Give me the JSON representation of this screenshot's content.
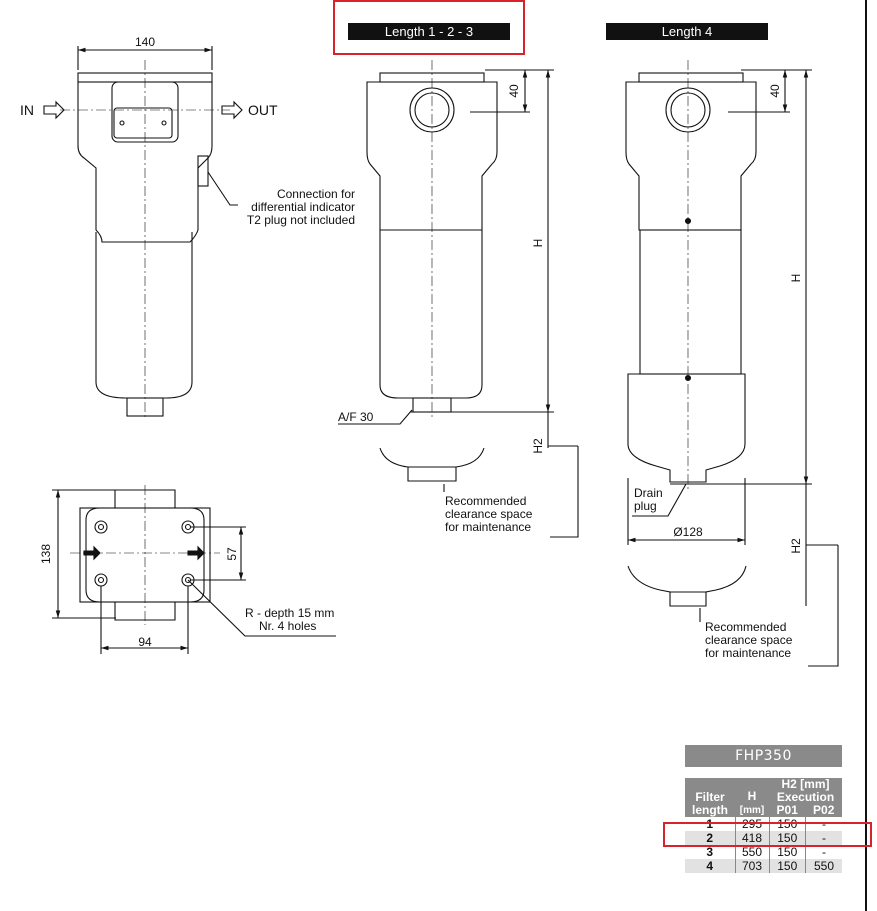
{
  "headers": {
    "left": "Length 1 - 2 - 3",
    "right": "Length 4"
  },
  "labels": {
    "in": "IN",
    "out": "OUT",
    "width_140": "140",
    "connection_line1": "Connection for",
    "connection_line2": "differential indicator",
    "connection_line3": "T2 plug not included",
    "dim_138": "138",
    "dim_57": "57",
    "dim_94": "94",
    "holes_line1": "R - depth 15 mm",
    "holes_line2": "Nr. 4 holes",
    "dim_40_a": "40",
    "dim_40_b": "40",
    "h_a": "H",
    "h_b": "H",
    "h2_a": "H2",
    "h2_b": "H2",
    "af30": "A/F 30",
    "clearance_a_1": "Recommended",
    "clearance_a_2": "clearance space",
    "clearance_a_3": "for maintenance",
    "clearance_b_1": "Recommended",
    "clearance_b_2": "clearance space",
    "clearance_b_3": "for maintenance",
    "drain_1": "Drain",
    "drain_2": "plug",
    "dia128": "Ø128"
  },
  "table": {
    "title": "FHP350",
    "col_filter_1": "Filter",
    "col_filter_2": "length",
    "col_h": "H",
    "col_h_unit": "[mm]",
    "col_h2_1": "H2 [mm]",
    "col_h2_2": "Execution",
    "col_p01": "P01",
    "col_p02": "P02",
    "rows": [
      {
        "length": "1",
        "h": "295",
        "p01": "150",
        "p02": "-"
      },
      {
        "length": "2",
        "h": "418",
        "p01": "150",
        "p02": "-"
      },
      {
        "length": "3",
        "h": "550",
        "p01": "150",
        "p02": "-"
      },
      {
        "length": "4",
        "h": "703",
        "p01": "150",
        "p02": "550"
      }
    ]
  },
  "colors": {
    "highlight": "#d8232a",
    "header_bg": "#111111",
    "table_header_bg": "#8a8a8a",
    "table_alt_row": "#e2e2e2"
  }
}
